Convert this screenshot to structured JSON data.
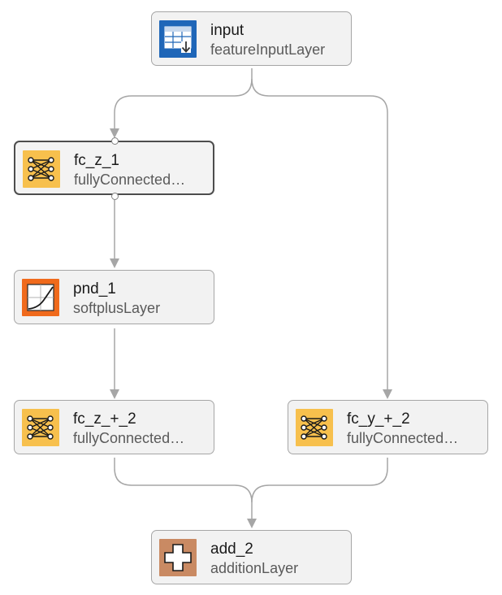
{
  "colors": {
    "input_icon": "#1f66b8",
    "fc_icon": "#f7c04d",
    "softplus_icon": "#f06a1c",
    "addition_icon": "#c98a63",
    "edge": "#a6a6a6",
    "node_bg": "#f2f2f2"
  },
  "nodes": [
    {
      "id": "input",
      "name": "input",
      "type": "featureInputLayer",
      "icon": "table-download-icon"
    },
    {
      "id": "fc_z_1",
      "name": "fc_z_1",
      "type": "fullyConnected…",
      "icon": "network-icon",
      "selected": true
    },
    {
      "id": "pnd_1",
      "name": "pnd_1",
      "type": "softplusLayer",
      "icon": "softplus-curve-icon"
    },
    {
      "id": "fc_z_2",
      "name": "fc_z_+_2",
      "type": "fullyConnected…",
      "icon": "network-icon"
    },
    {
      "id": "fc_y_2",
      "name": "fc_y_+_2",
      "type": "fullyConnected…",
      "icon": "network-icon"
    },
    {
      "id": "add_2",
      "name": "add_2",
      "type": "additionLayer",
      "icon": "plus-icon"
    }
  ],
  "edges": [
    {
      "from": "input",
      "to": "fc_z_1"
    },
    {
      "from": "input",
      "to": "fc_y_2"
    },
    {
      "from": "fc_z_1",
      "to": "pnd_1"
    },
    {
      "from": "pnd_1",
      "to": "fc_z_2"
    },
    {
      "from": "fc_z_2",
      "to": "add_2"
    },
    {
      "from": "fc_y_2",
      "to": "add_2"
    }
  ]
}
